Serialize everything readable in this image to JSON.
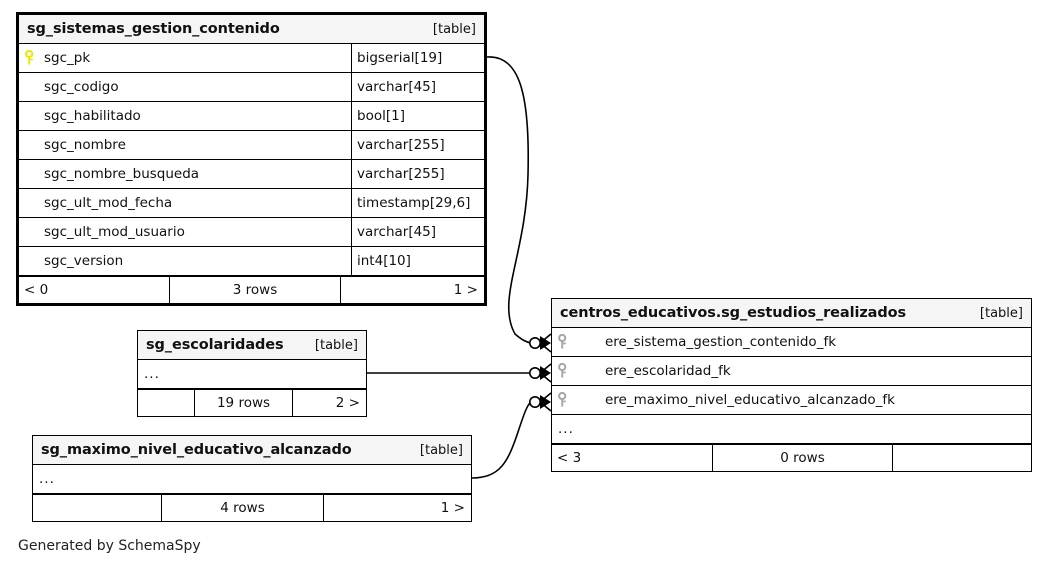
{
  "caption": "Generated by SchemaSpy",
  "table_tag": "[table]",
  "ellipsis": "...",
  "colors": {
    "primary_key": "#e8e800",
    "foreign_key": "#a6a6a6",
    "header_bg": "#f5f5f5",
    "border": "#000000",
    "background": "#ffffff"
  },
  "tables": [
    {
      "id": "sg_sistemas_gestion_contenido",
      "name": "sg_sistemas_gestion_contenido",
      "tag": "[table]",
      "columns": [
        {
          "key": "primary",
          "name": "sgc_pk",
          "type": "bigserial[19]"
        },
        {
          "key": "none",
          "name": "sgc_codigo",
          "type": "varchar[45]"
        },
        {
          "key": "none",
          "name": "sgc_habilitado",
          "type": "bool[1]"
        },
        {
          "key": "none",
          "name": "sgc_nombre",
          "type": "varchar[255]"
        },
        {
          "key": "none",
          "name": "sgc_nombre_busqueda",
          "type": "varchar[255]"
        },
        {
          "key": "none",
          "name": "sgc_ult_mod_fecha",
          "type": "timestamp[29,6]"
        },
        {
          "key": "none",
          "name": "sgc_ult_mod_usuario",
          "type": "varchar[45]"
        },
        {
          "key": "none",
          "name": "sgc_version",
          "type": "int4[10]"
        }
      ],
      "footer": {
        "left": "< 0",
        "center": "3 rows",
        "right": "1 >"
      }
    },
    {
      "id": "sg_escolaridades",
      "name": "sg_escolaridades",
      "tag": "[table]",
      "columns": [],
      "footer": {
        "left": "",
        "center": "19 rows",
        "right": "2 >"
      }
    },
    {
      "id": "sg_maximo_nivel_educativo_alcanzado",
      "name": "sg_maximo_nivel_educativo_alcanzado",
      "tag": "[table]",
      "columns": [],
      "footer": {
        "left": "",
        "center": "4 rows",
        "right": "1 >"
      }
    },
    {
      "id": "centros_educativos.sg_estudios_realizados",
      "name": "centros_educativos.sg_estudios_realizados",
      "tag": "[table]",
      "columns": [
        {
          "key": "foreign",
          "name": "ere_sistema_gestion_contenido_fk",
          "type": ""
        },
        {
          "key": "foreign",
          "name": "ere_escolaridad_fk",
          "type": ""
        },
        {
          "key": "foreign",
          "name": "ere_maximo_nivel_educativo_alcanzado_fk",
          "type": ""
        }
      ],
      "footer": {
        "left": "< 3",
        "center": "0 rows",
        "right": ""
      }
    }
  ],
  "relationships": [
    {
      "from_table": "sg_sistemas_gestion_contenido",
      "from_column": "sgc_pk",
      "to_table": "centros_educativos.sg_estudios_realizados",
      "to_column": "ere_sistema_gestion_contenido_fk",
      "cardinality": "zero-or-many"
    },
    {
      "from_table": "sg_escolaridades",
      "from_column": "...",
      "to_table": "centros_educativos.sg_estudios_realizados",
      "to_column": "ere_escolaridad_fk",
      "cardinality": "zero-or-many"
    },
    {
      "from_table": "sg_maximo_nivel_educativo_alcanzado",
      "from_column": "...",
      "to_table": "centros_educativos.sg_estudios_realizados",
      "to_column": "ere_maximo_nivel_educativo_alcanzado_fk",
      "cardinality": "zero-or-many"
    }
  ]
}
